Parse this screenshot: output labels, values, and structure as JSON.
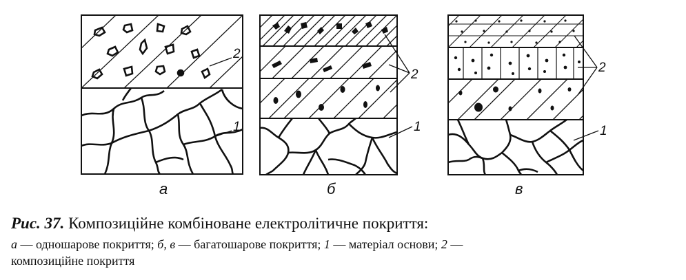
{
  "figure": {
    "panels": [
      {
        "id": "a",
        "letter": "а",
        "layer_labels": [
          {
            "text": "2"
          },
          {
            "text": "1"
          }
        ]
      },
      {
        "id": "b",
        "letter": "б",
        "layer_labels": [
          {
            "text": "2"
          },
          {
            "text": "1"
          }
        ]
      },
      {
        "id": "c",
        "letter": "в",
        "layer_labels": [
          {
            "text": "2"
          },
          {
            "text": "1"
          }
        ]
      }
    ]
  },
  "caption": {
    "fig_label": "Рис. 37.",
    "title": "Композиційне комбіноване електролітичне покриття:",
    "a_key": "а",
    "a_text": " — одношарове покриття; ",
    "bv_key": "б, в",
    "bv_text": " — багатошарове покриття; ",
    "k1": "1",
    "k1_text": " — матеріал основи; ",
    "k2": "2",
    "k2_text": " —",
    "line3": "композиційне покриття"
  }
}
